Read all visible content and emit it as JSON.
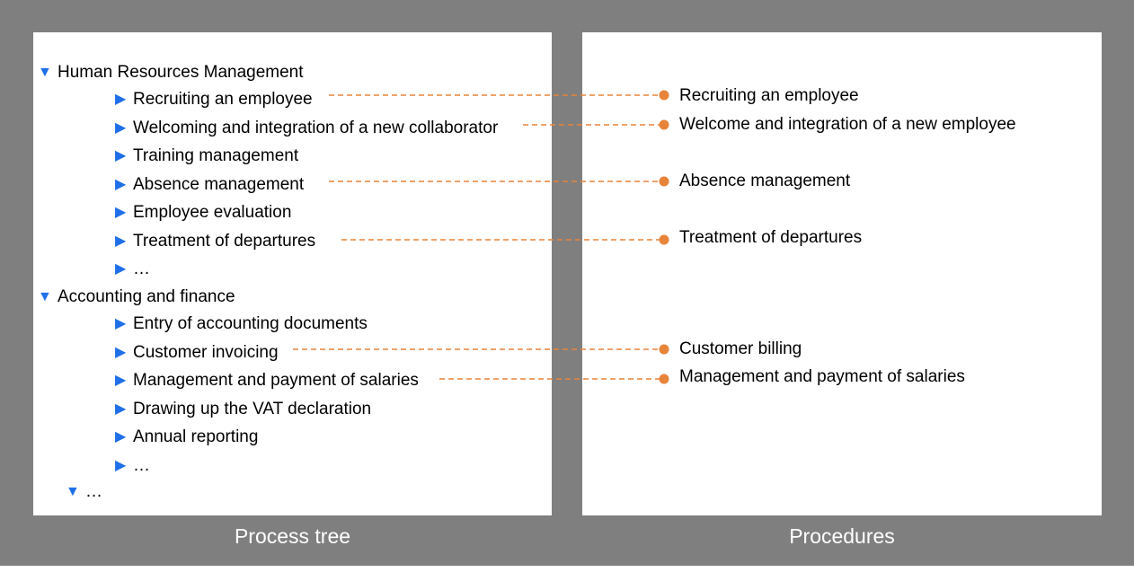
{
  "tree": {
    "caption": "Process tree",
    "groups": [
      {
        "label": "Human Resources Management",
        "items": [
          "Recruiting an employee",
          "Welcoming and integration of a new collaborator",
          "Training management",
          "Absence management",
          "Employee evaluation",
          "Treatment of departures",
          "…"
        ]
      },
      {
        "label": "Accounting and finance",
        "items": [
          "Entry of accounting documents",
          "Customer invoicing",
          "Management and payment of salaries",
          "Drawing up the VAT declaration",
          "Annual reporting",
          "…"
        ]
      },
      {
        "label": "…"
      }
    ]
  },
  "procedures": {
    "caption": "Procedures",
    "items": [
      "Recruiting an employee",
      "Welcome and integration of a new employee",
      "Absence management",
      "Treatment of departures",
      "Customer billing",
      "Management and payment of salaries"
    ]
  },
  "colors": {
    "background": "#7f7f7f",
    "panel": "#ffffff",
    "tree_arrow": "#1f6fe8",
    "link": "#e8833a"
  },
  "icons": {
    "expanded": "triangle-down-icon",
    "collapsed": "triangle-right-icon",
    "link_end": "dot-icon"
  }
}
